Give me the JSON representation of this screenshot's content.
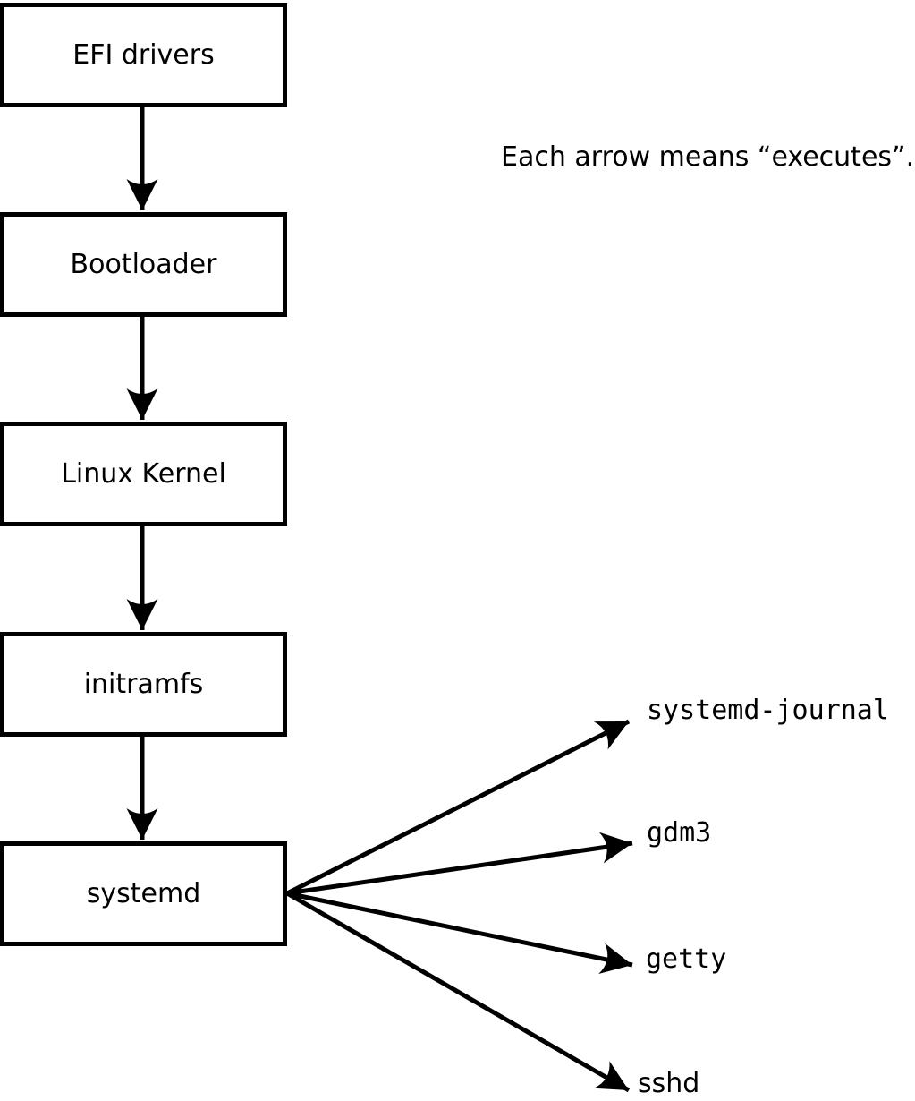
{
  "diagram": {
    "note": "Each arrow means “executes”.",
    "boot_chain": [
      {
        "label": "EFI drivers"
      },
      {
        "label": "Bootloader"
      },
      {
        "label": "Linux Kernel"
      },
      {
        "label": "initramfs"
      },
      {
        "label": "systemd"
      }
    ],
    "spawned_processes": [
      {
        "label": "systemd-journal"
      },
      {
        "label": "gdm3"
      },
      {
        "label": "getty"
      },
      {
        "label": "sshd"
      }
    ],
    "arrow_meaning": "executes",
    "colors": {
      "stroke": "#000000",
      "background": "#ffffff",
      "box_fill": "#ffffff"
    }
  }
}
